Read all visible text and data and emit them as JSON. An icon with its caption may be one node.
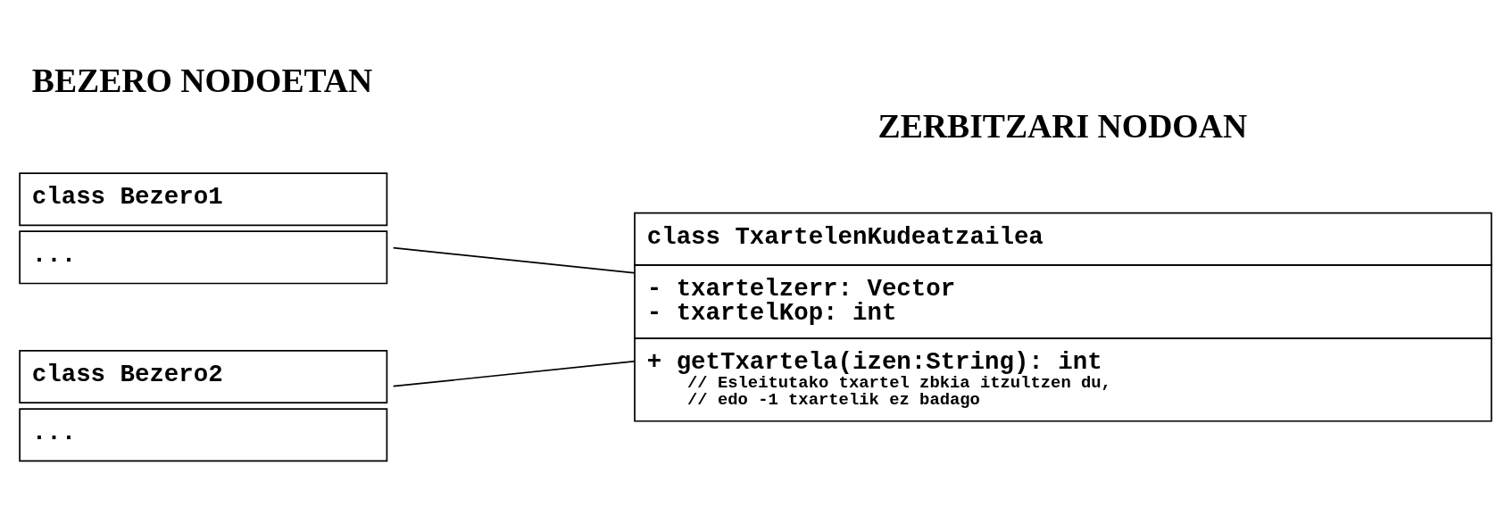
{
  "diagram": {
    "nodes": [
      {
        "text": [
          "class Bezero1",
          "..."
        ]
      },
      {
        "text": [
          "class Bezero2",
          "..."
        ]
      },
      {
        "text": [
          "class TxartelenKudeatzailea",
          "- txartelzerr: Vector",
          "- txartelKop: int",
          "+ getTxartela(izen:String): int",
          "// Esleitutako txartel zbkia itzultzen du,",
          "// edo -1 txartelik ez badago"
        ]
      }
    ],
    "edges": [
      {
        "from": 0,
        "to": 2,
        "arrow": "none"
      },
      {
        "from": 1,
        "to": 2,
        "arrow": "none"
      }
    ],
    "labels": [
      "BEZERO NODOETAN",
      "ZERBITZARI NODOAN"
    ]
  }
}
